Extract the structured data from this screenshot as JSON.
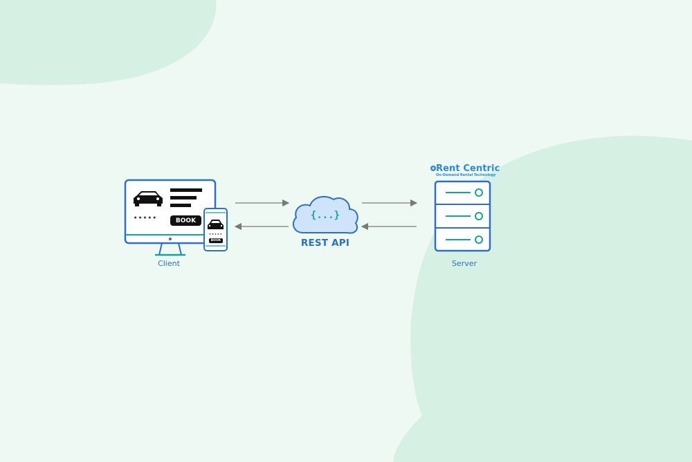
{
  "diagram": {
    "client": {
      "label": "Client",
      "book_label": "BOOK",
      "mobile_book_label": "BOOK",
      "stars": "★★★★★",
      "mobile_stars": "★★★★★"
    },
    "api": {
      "label": "REST API",
      "symbol": "{...}"
    },
    "server": {
      "label": "Server",
      "brand": "Rent Centric",
      "tagline": "On-Demand Rental Technology"
    },
    "colors": {
      "background": "#eef9f4",
      "blob": "#d6f1e4",
      "accent_blue": "#2a6fc9",
      "accent_teal": "#12a694",
      "cloud_fill": "#cfe4fb",
      "arrow": "#7a7a7a"
    },
    "icons": [
      "car-icon",
      "cloud-icon",
      "server-icon",
      "arrow-icon",
      "rent-centric-logo"
    ]
  }
}
